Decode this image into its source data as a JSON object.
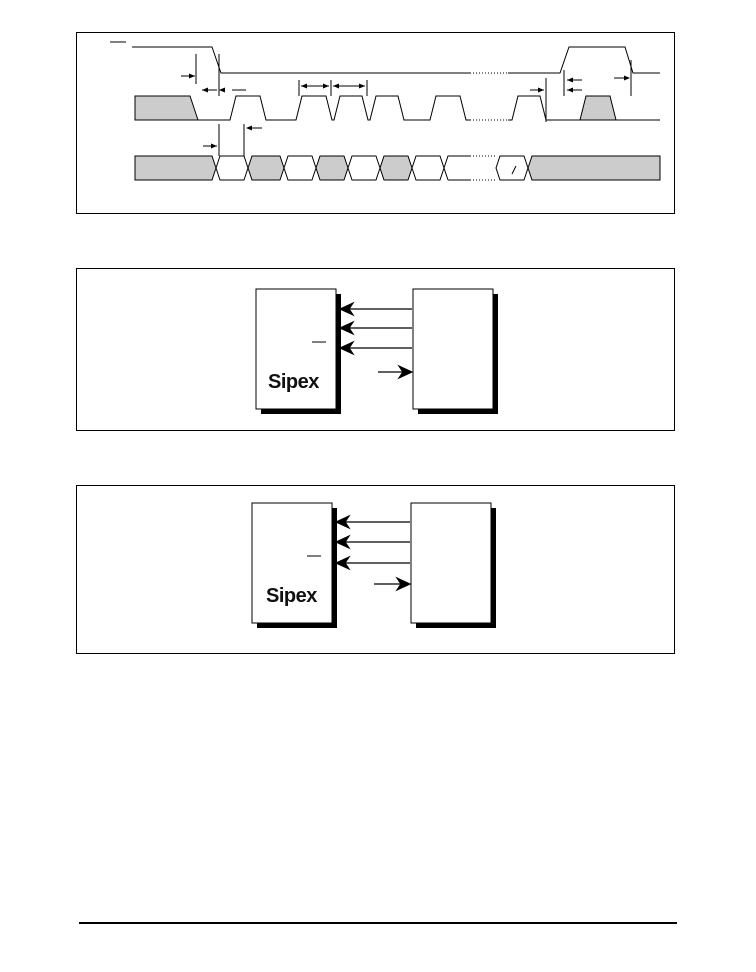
{
  "figures": [
    {
      "id": "timing-diagram",
      "labels": [],
      "gap_marker": "......"
    },
    {
      "id": "interface-diagram-1",
      "left_block": {
        "logo_text": "Sipex",
        "label": ""
      },
      "right_block": {
        "label": ""
      },
      "signals": [
        {
          "direction": "to-left"
        },
        {
          "direction": "to-left"
        },
        {
          "direction": "to-left"
        },
        {
          "direction": "to-right"
        }
      ]
    },
    {
      "id": "interface-diagram-2",
      "left_block": {
        "logo_text": "Sipex",
        "label": ""
      },
      "right_block": {
        "label": ""
      },
      "signals": [
        {
          "direction": "to-left"
        },
        {
          "direction": "to-left"
        },
        {
          "direction": "to-left"
        },
        {
          "direction": "to-right"
        }
      ]
    }
  ],
  "colors": {
    "line": "#000000",
    "shaded_fill": "#cccccc",
    "shadow": "#000000",
    "background": "#ffffff"
  }
}
